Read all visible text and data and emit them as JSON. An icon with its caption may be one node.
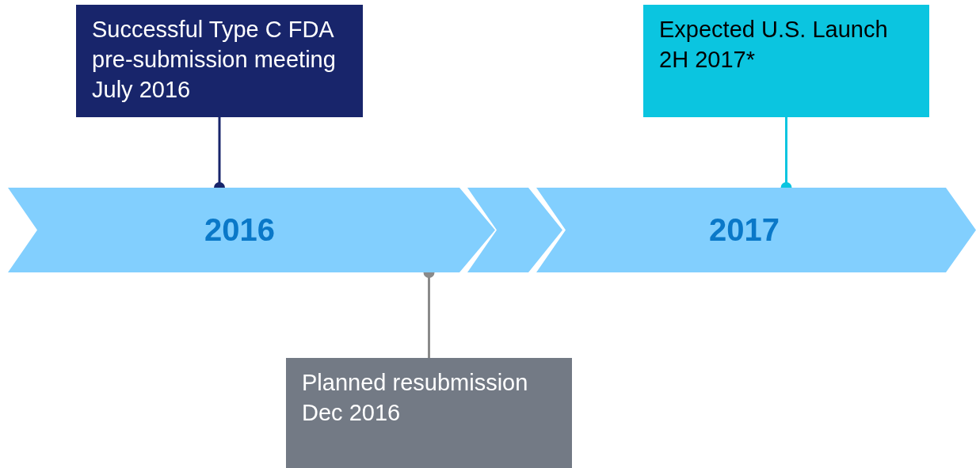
{
  "diagram": {
    "nodes": [
      {
        "text": [
          "Successful Type C FDA pre-submission meeting July 2016"
        ]
      },
      {
        "text": [
          "Expected U.S. Launch 2H 2017*"
        ]
      },
      {
        "text": [
          "2016"
        ]
      },
      {
        "text": [
          "2017"
        ]
      },
      {
        "text": [
          "Planned resubmission Dec 2016"
        ]
      }
    ],
    "edges": [
      {
        "from": 0,
        "to": 2,
        "arrow": "other",
        "color": "#18256b"
      },
      {
        "from": 1,
        "to": 3,
        "arrow": "other",
        "color": "#0bc5e0"
      },
      {
        "from": 4,
        "to": 2,
        "arrow": "other",
        "color": "#8a8a8a"
      },
      {
        "from": 2,
        "to": 3,
        "arrow": "to",
        "color": "#82cffe"
      }
    ]
  }
}
